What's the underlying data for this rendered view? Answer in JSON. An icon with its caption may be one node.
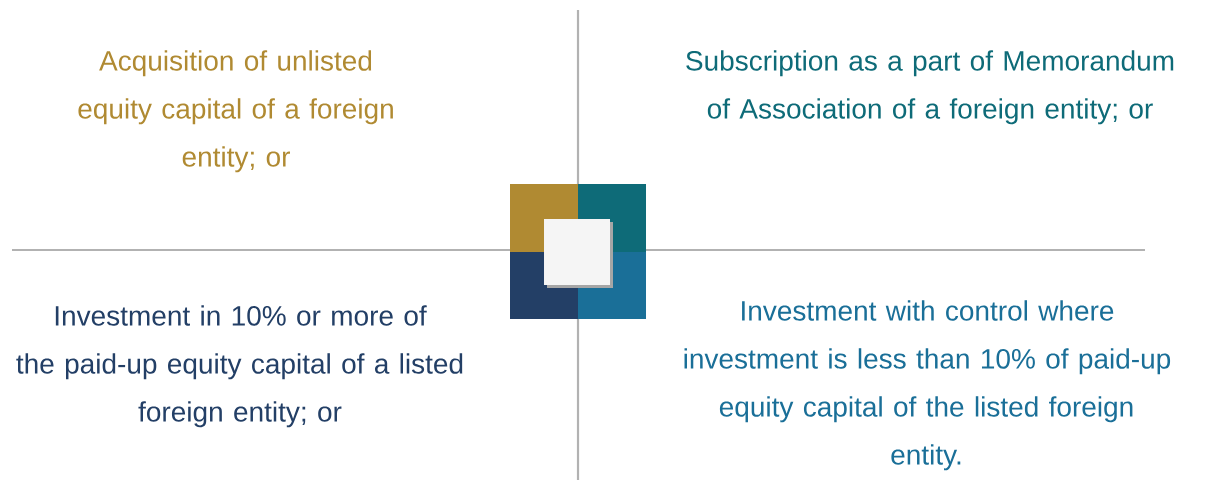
{
  "diagram": {
    "labels": [
      "Acquisition of unlisted equity capital of a foreign entity; or",
      "Subscription as a part of Memorandum of Association of a foreign entity; or",
      "Investment in 10% or more of the paid-up equity capital of a listed foreign entity; or",
      "Investment with control where investment is less than 10% of paid-up equity capital of the listed foreign entity."
    ]
  }
}
